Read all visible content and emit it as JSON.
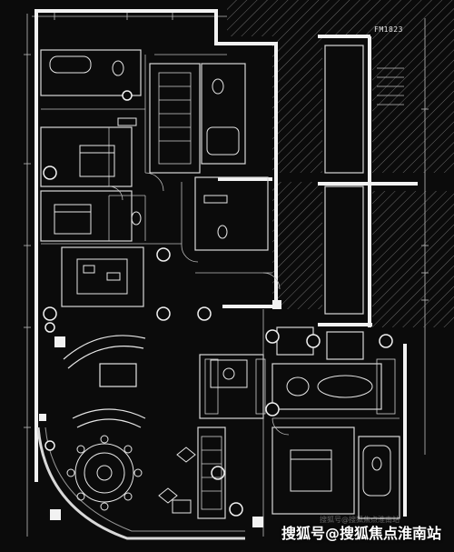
{
  "drawing": {
    "tag_label": "FM1823",
    "watermark": "搜狐号@搜狐焦点淮南站",
    "watermark_faint": "搜狐号@搜狐焦点淮南站"
  },
  "colors": {
    "background": "#0b0b0b",
    "line": "#d9d9d9",
    "wall": "#f2f2f2",
    "hatch": "#6a6a6a"
  }
}
